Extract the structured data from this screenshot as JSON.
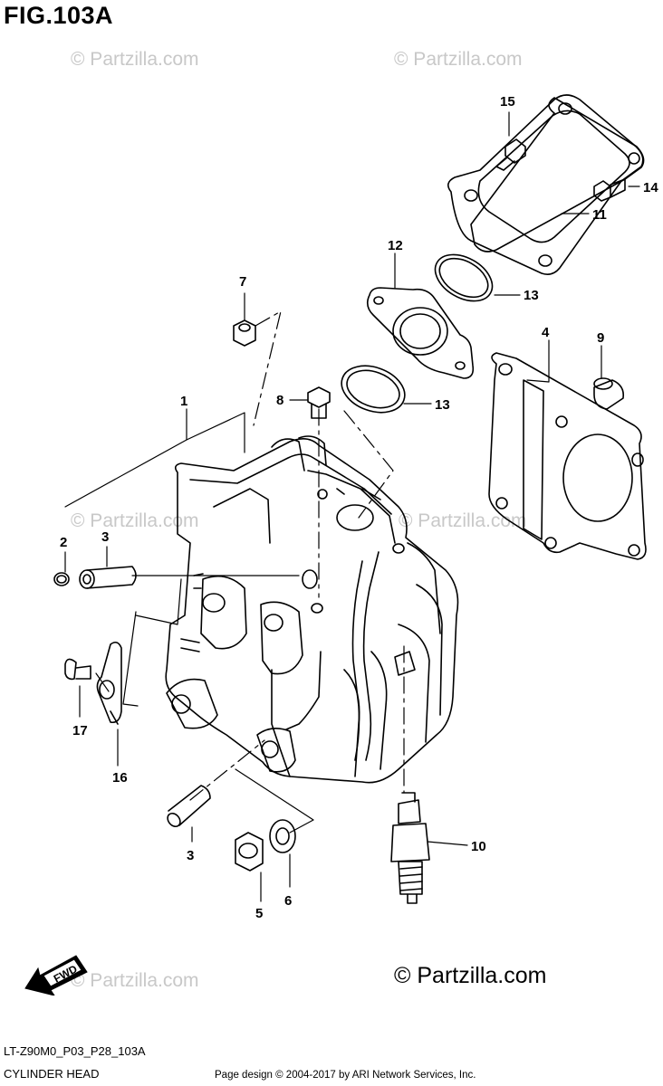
{
  "figure": {
    "title": "FIG.103A"
  },
  "watermark": {
    "text": "© Partzilla.com"
  },
  "copyright": {
    "text": "© Partzilla.com"
  },
  "footer": {
    "code": "LT-Z90M0_P03_P28_103A",
    "section": "CYLINDER HEAD",
    "credit": "Page design © 2004-2017 by ARI Network Services, Inc."
  },
  "fwd": {
    "label": "FWD"
  },
  "callouts": [
    "1",
    "2",
    "3",
    "3",
    "4",
    "5",
    "6",
    "7",
    "8",
    "9",
    "10",
    "11",
    "12",
    "13",
    "13",
    "14",
    "15",
    "16",
    "17"
  ]
}
